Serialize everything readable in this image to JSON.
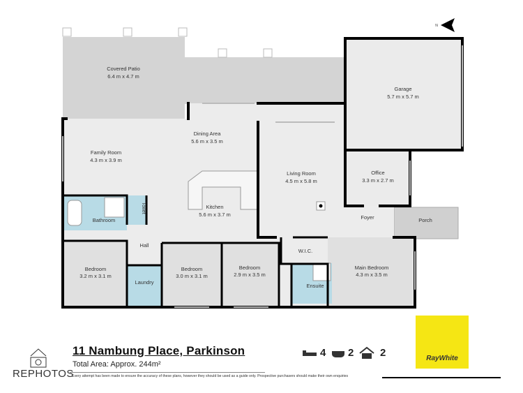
{
  "rooms": {
    "covered_patio": {
      "name": "Covered Patio",
      "size": "6.4 m x 4.7 m"
    },
    "garage": {
      "name": "Garage",
      "size": "5.7 m x 5.7 m"
    },
    "dining": {
      "name": "Dining Area",
      "size": "5.6 m x 3.5 m"
    },
    "family": {
      "name": "Family Room",
      "size": "4.3 m x 3.9 m"
    },
    "living": {
      "name": "Living Room",
      "size": "4.5 m x 5.8 m"
    },
    "office": {
      "name": "Office",
      "size": "3.3 m x 2.7 m"
    },
    "kitchen": {
      "name": "Kitchen",
      "size": "5.6 m x 3.7 m"
    },
    "bathroom": {
      "name": "Bathroom"
    },
    "toilet": {
      "name": "Toilet"
    },
    "hall": {
      "name": "Hall"
    },
    "foyer": {
      "name": "Foyer"
    },
    "porch": {
      "name": "Porch"
    },
    "wic": {
      "name": "W.I.C."
    },
    "ensuite": {
      "name": "Ensuite"
    },
    "laundry": {
      "name": "Laundry"
    },
    "bed1": {
      "name": "Bedroom",
      "size": "3.2 m x 3.1 m"
    },
    "bed2": {
      "name": "Bedroom",
      "size": "3.0 m x 3.1 m"
    },
    "bed3": {
      "name": "Bedroom",
      "size": "2.9 m x 3.5 m"
    },
    "main_bed": {
      "name": "Main Bedroom",
      "size": "4.3 m x 3.5 m"
    }
  },
  "compass": {
    "label": "N"
  },
  "footer": {
    "address": "11 Nambung Place, Parkinson",
    "total_area": "Total Area: Approx. 244m²",
    "disclaimer": "Every attempt has been made to ensure the accuracy of these plans, however they should be used as a guide only.  Prospective purchasers should make their own enquiries",
    "photographer_logo": "REPHOTOS",
    "agency_logo": "RayWhite",
    "bedrooms": "4",
    "bathrooms": "2",
    "garages": "2"
  },
  "colors": {
    "floor": "#ececec",
    "outdoor": "#d4d4d4",
    "wet": "#b8dbe6",
    "agency": "#f5e614"
  }
}
